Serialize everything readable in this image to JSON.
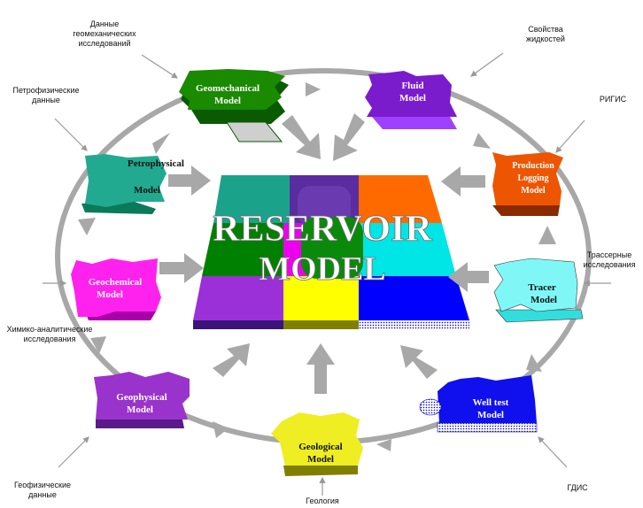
{
  "center": {
    "line1": "RESERVOIR",
    "line2": "MODEL",
    "colors": [
      "#1aa38a",
      "#5a2ca0",
      "#ff6a00",
      "#008000",
      "#ee00ee",
      "#00e5e5",
      "#9b30d9",
      "#ffff00",
      "#0000ff"
    ]
  },
  "models": {
    "geomechanical": {
      "line1": "Geomechanical",
      "line2": "Model",
      "color": "#1a8a00"
    },
    "fluid": {
      "line1": "Fluid",
      "line2": "Model",
      "color": "#7a1ccc"
    },
    "production_logging": {
      "line1": "Production",
      "line2": "Logging",
      "line3": "Model",
      "color": "#ee5500"
    },
    "tracer": {
      "line1": "Tracer",
      "line2": "Model",
      "color": "#7ff7f7"
    },
    "well_test": {
      "line1": "Well test",
      "line2": "Model",
      "color": "#1010ee"
    },
    "geological": {
      "line1": "Geological",
      "line2": "Model",
      "color": "#eeee22"
    },
    "geophysical": {
      "line1": "Geophysical",
      "line2": "Model",
      "color": "#9933cc"
    },
    "geochemical": {
      "line1": "Geochemical",
      "line2": "Model",
      "color": "#ff22ee"
    },
    "petrophysical": {
      "line1": "Petrophysical",
      "line2": "Model",
      "color": "#22aa90"
    }
  },
  "inputs": {
    "geomech_data": [
      "Данные",
      "геомеханических",
      "исследований"
    ],
    "fluid_props": [
      "Свойства",
      "жидкостей"
    ],
    "rigis": [
      "РИГИС"
    ],
    "petro_data": [
      "Петрофизические",
      "данные"
    ],
    "tracer_studies": [
      "Трассерные",
      "исследования"
    ],
    "chem_studies": [
      "Химико-аналитические",
      "исследования"
    ],
    "geophys_data": [
      "Геофизические",
      "данные"
    ],
    "geology": [
      "Геология"
    ],
    "gdis": [
      "ГДИС"
    ]
  }
}
